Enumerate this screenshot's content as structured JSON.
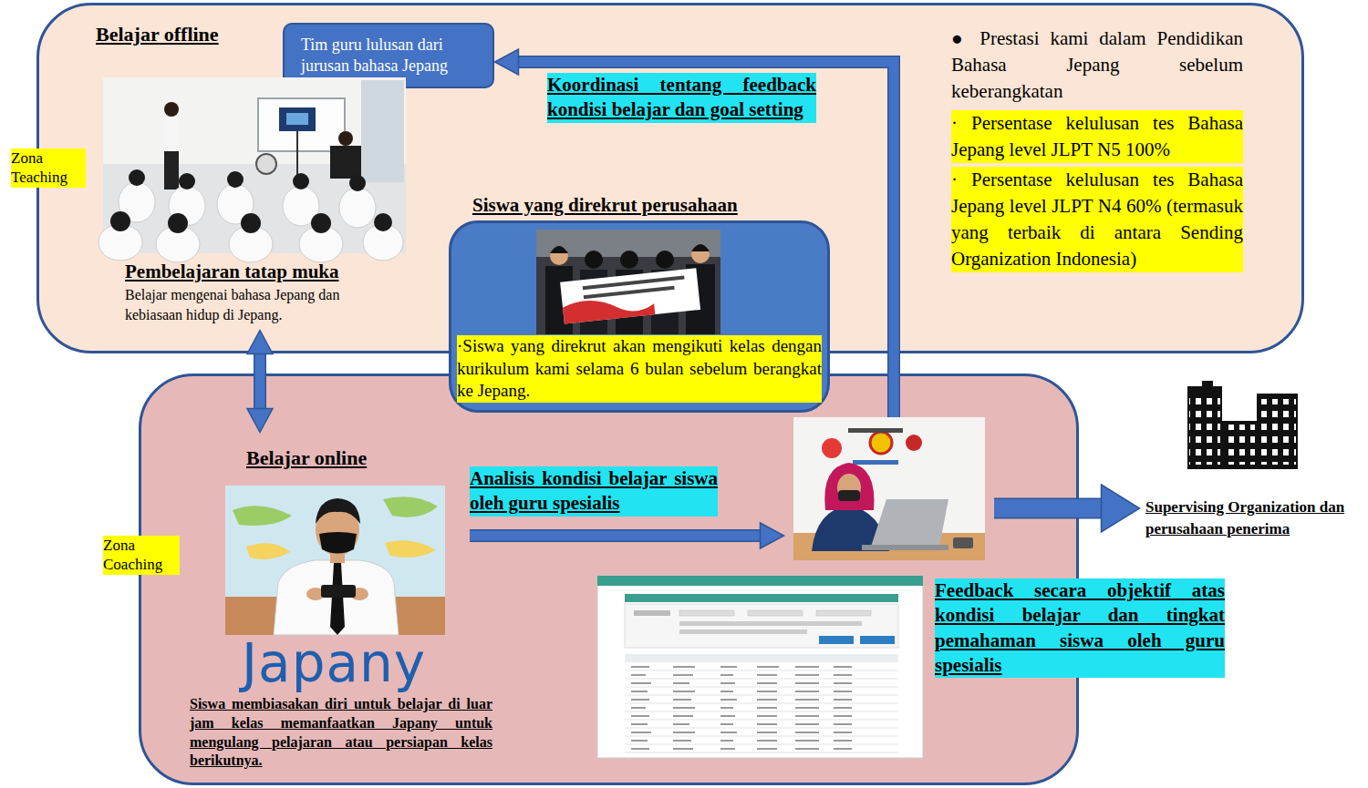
{
  "diagram": {
    "nodes": [
      {
        "text": [
          "Belajar offline"
        ]
      },
      {
        "text": [
          "Tim guru lulusan dari jurusan bahasa Jepang"
        ],
        "in": 0
      },
      {
        "text": [
          "Pembelajaran tatap muka",
          "Belajar mengenai bahasa Jepang dan kebiasaan hidup di Jepang."
        ],
        "in": 0
      },
      {
        "text": [
          "● Prestasi kami dalam Pendidikan Bahasa Jepang sebelum keberangkatan",
          "· Persentase kelulusan tes Bahasa Jepang level JLPT N5 100%",
          "· Persentase kelulusan tes Bahasa Jepang level JLPT N4 60% (termasuk yang terbaik di antara Sending Organization Indonesia)"
        ],
        "in": 0
      },
      {
        "text": [
          "Belajar online"
        ]
      },
      {
        "text": [
          "Japany",
          "Siswa membiasakan diri untuk belajar di luar jam kelas memanfaatkan Japany untuk mengulang pelajaran atau persiapan kelas berikutnya."
        ],
        "in": 4
      },
      {
        "text": [
          "Feedback secara objektif atas kondisi belajar dan tingkat pemahaman siswa oleh guru spesialis"
        ],
        "in": 4
      },
      {
        "text": [
          "Siswa yang direkrut perusahaan",
          "·Siswa yang direkrut akan mengikuti kelas dengan kurikulum kami selama 6 bulan sebelum berangkat ke Jepang."
        ]
      },
      {
        "text": [
          "Supervising Organization dan perusahaan penerima"
        ]
      }
    ],
    "edges": [
      {
        "from": 0,
        "to": 4,
        "arrow": "both"
      },
      {
        "from": 5,
        "to": 6,
        "arrow": "to",
        "label": "Analisis kondisi belajar siswa oleh guru spesialis"
      },
      {
        "from": 6,
        "to": 1,
        "arrow": "to",
        "label": "Koordinasi tentang feedback kondisi belajar dan goal setting"
      },
      {
        "from": 6,
        "to": 8,
        "arrow": "to"
      }
    ],
    "labels": [
      "Zona Teaching",
      "Zona Coaching"
    ]
  }
}
